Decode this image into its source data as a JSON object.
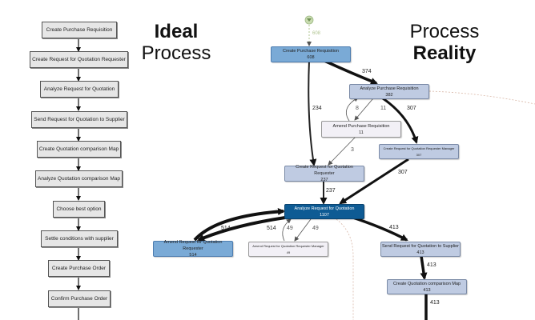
{
  "ideal": {
    "heading_bold": "Ideal",
    "heading_regular": "Process",
    "steps": [
      "Create Purchase Requisition",
      "Create Request for Quotation Requester",
      "Analyze Request for Quotation",
      "Send Request for Quotation to Supplier",
      "Create Quotation comparison Map",
      "Analyze Quotation comparison Map",
      "Choose best option",
      "Settle conditions with supplier",
      "Create Purchase Order",
      "Confirm Purchase Order"
    ]
  },
  "reality": {
    "heading_regular": "Process",
    "heading_bold": "Reality",
    "start_icon": "filter-funnel-icon",
    "start_count": "608",
    "nodes": [
      {
        "label": "Create Purchase Requisition",
        "count": "608"
      },
      {
        "label": "Analyze Purchase Requisition",
        "count": "382"
      },
      {
        "label": "Amend Purchase Requisition",
        "count": "11"
      },
      {
        "label": "Create Request for Quotation Requester Manager",
        "count": "307"
      },
      {
        "label": "Create Request for Quotation Requester",
        "count": "237"
      },
      {
        "label": "Analyze Request for Quotation",
        "count": "1107"
      },
      {
        "label": "Amend Request for Quotation Requester",
        "count": "514"
      },
      {
        "label": "Amend Request for Quotation Requester Manager",
        "count": "49"
      },
      {
        "label": "Send Request for Quotation to Supplier",
        "count": "413"
      },
      {
        "label": "Create Quotation comparison Map",
        "count": "413"
      }
    ],
    "edges": [
      {
        "from": "Create Purchase Requisition",
        "to": "Analyze Purchase Requisition",
        "count": "374"
      },
      {
        "from": "Create Purchase Requisition",
        "to": "Create Request for Quotation Requester",
        "count": "234"
      },
      {
        "from": "Amend Purchase Requisition",
        "to": "Analyze Purchase Requisition",
        "count": "8"
      },
      {
        "from": "Analyze Purchase Requisition",
        "to": "Amend Purchase Requisition",
        "count": "11"
      },
      {
        "from": "Analyze Purchase Requisition",
        "to": "Create Request for Quotation Requester Manager",
        "count": "307"
      },
      {
        "from": "Amend Purchase Requisition",
        "to": "Create Request for Quotation Requester",
        "count": "3"
      },
      {
        "from": "Create Request for Quotation Requester Manager",
        "to": "Analyze Request for Quotation",
        "count": "307"
      },
      {
        "from": "Create Request for Quotation Requester",
        "to": "Analyze Request for Quotation",
        "count": "237"
      },
      {
        "from": "Amend Request for Quotation Requester",
        "to": "Analyze Request for Quotation",
        "count": "514"
      },
      {
        "from": "Analyze Request for Quotation",
        "to": "Amend Request for Quotation Requester",
        "count": "514"
      },
      {
        "from": "Amend Request for Quotation Requester Manager",
        "to": "Analyze Request for Quotation",
        "count": "49"
      },
      {
        "from": "Analyze Request for Quotation",
        "to": "Amend Request for Quotation Requester Manager",
        "count": "49"
      },
      {
        "from": "Analyze Request for Quotation",
        "to": "Send Request for Quotation to Supplier",
        "count": "413"
      },
      {
        "from": "Send Request for Quotation to Supplier",
        "to": "Create Quotation comparison Map",
        "count": "413"
      },
      {
        "from": "Create Quotation comparison Map",
        "to": "(next)",
        "count": "413"
      }
    ]
  }
}
